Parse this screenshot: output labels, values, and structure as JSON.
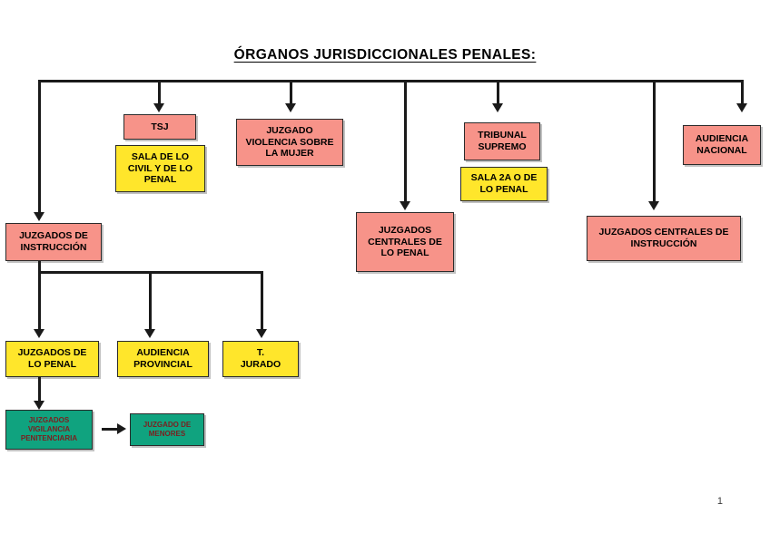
{
  "document": {
    "title": "ÓRGANOS JURISDICCIONALES PENALES:",
    "page_number": "1"
  },
  "colors": {
    "pink": "#F79389",
    "yellow": "#FFE62B",
    "teal": "#10A37F",
    "line": "#1a1a1a",
    "teal_text": "#7a2020",
    "background": "#FFFFFF"
  },
  "chart_data": {
    "type": "diagram",
    "title": "ÓRGANOS JURISDICCIONALES PENALES:",
    "nodes": [
      {
        "id": "juzgados_instruccion",
        "label": "JUZGADOS DE\nINSTRUCCIÓN",
        "color": "pink"
      },
      {
        "id": "tsj",
        "label": "TSJ",
        "color": "pink"
      },
      {
        "id": "sala_civil_penal",
        "label": "SALA DE LO\nCIVIL Y DE LO\nPENAL",
        "color": "yellow"
      },
      {
        "id": "juzgado_violencia_mujer",
        "label": "JUZGADO\nVIOLENCIA SOBRE\nLA MUJER",
        "color": "pink"
      },
      {
        "id": "juzgados_centrales_penal",
        "label": "JUZGADOS\nCENTRALES DE\nLO PENAL",
        "color": "pink"
      },
      {
        "id": "tribunal_supremo",
        "label": "TRIBUNAL\nSUPREMO",
        "color": "pink"
      },
      {
        "id": "sala_2a_penal",
        "label": "SALA 2A O DE\nLO PENAL",
        "color": "yellow"
      },
      {
        "id": "juzgados_centrales_instruccion",
        "label": "JUZGADOS CENTRALES DE\nINSTRUCCIÓN",
        "color": "pink"
      },
      {
        "id": "audiencia_nacional",
        "label": "AUDIENCIA\nNACIONAL",
        "color": "pink"
      },
      {
        "id": "juzgados_lo_penal",
        "label": "JUZGADOS DE\nLO PENAL",
        "color": "yellow"
      },
      {
        "id": "audiencia_provincial",
        "label": "AUDIENCIA\nPROVINCIAL",
        "color": "yellow"
      },
      {
        "id": "t_jurado",
        "label": "T.\nJURADO",
        "color": "yellow"
      },
      {
        "id": "juzgados_vigilancia",
        "label": "JUZGADOS\nVIGILANCIA\nPENITENCIARIA",
        "color": "teal"
      },
      {
        "id": "juzgado_menores",
        "label": "JUZGADO DE\nMENORES",
        "color": "teal"
      }
    ],
    "edges": [
      {
        "from": "title",
        "to": "juzgados_instruccion"
      },
      {
        "from": "title",
        "to": "tsj"
      },
      {
        "from": "title",
        "to": "juzgado_violencia_mujer"
      },
      {
        "from": "title",
        "to": "juzgados_centrales_penal"
      },
      {
        "from": "title",
        "to": "tribunal_supremo"
      },
      {
        "from": "title",
        "to": "juzgados_centrales_instruccion"
      },
      {
        "from": "title",
        "to": "audiencia_nacional"
      },
      {
        "from": "juzgados_instruccion",
        "to": "juzgados_lo_penal"
      },
      {
        "from": "juzgados_instruccion",
        "to": "audiencia_provincial"
      },
      {
        "from": "juzgados_instruccion",
        "to": "t_jurado"
      },
      {
        "from": "juzgados_lo_penal",
        "to": "juzgados_vigilancia"
      },
      {
        "from": "juzgados_vigilancia",
        "to": "juzgado_menores"
      }
    ]
  }
}
